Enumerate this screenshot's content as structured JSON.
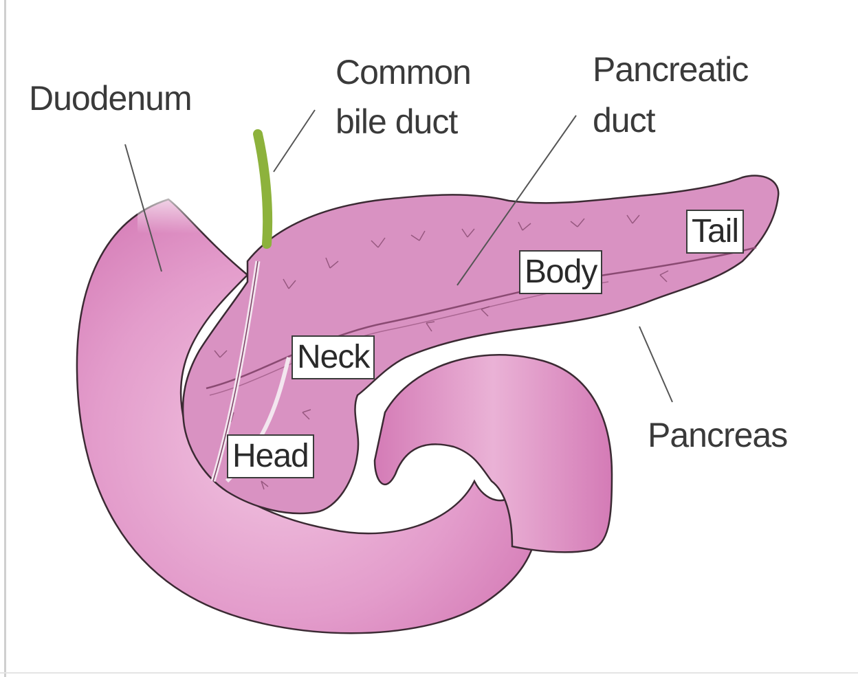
{
  "labels": {
    "duodenum": "Duodenum",
    "bile_duct_line1": "Common",
    "bile_duct_line2": "bile duct",
    "panc_duct_line1": "Pancreatic",
    "panc_duct_line2": "duct",
    "pancreas": "Pancreas"
  },
  "regions": {
    "tail": "Tail",
    "body": "Body",
    "neck": "Neck",
    "head": "Head"
  },
  "colors": {
    "duodenum": "#d77fb8",
    "duodenum_highlight": "#f2c7e2",
    "pancreas": "#d992c2",
    "outline": "#3b2a33",
    "bile_duct": "#8db23c",
    "leader": "#555555"
  }
}
